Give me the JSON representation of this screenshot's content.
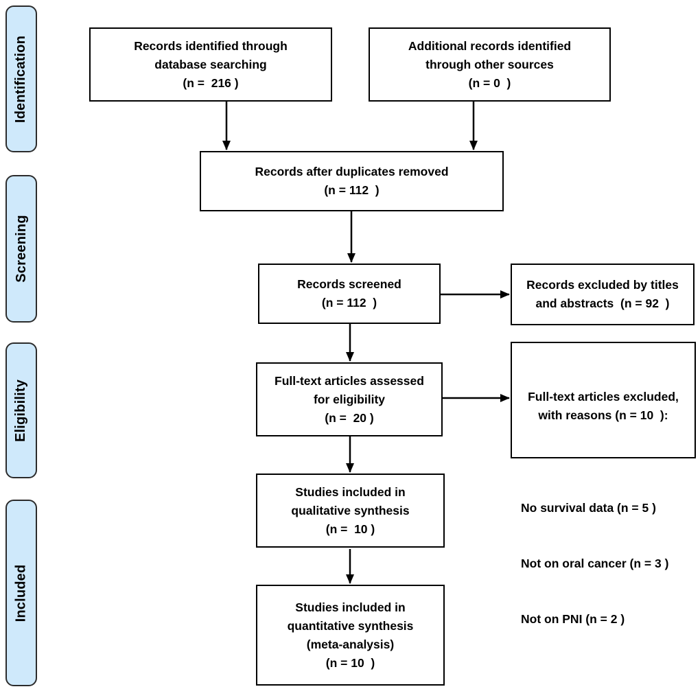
{
  "phases": [
    {
      "label": "Identification"
    },
    {
      "label": "Screening"
    },
    {
      "label": "Eligibility"
    },
    {
      "label": "Included"
    }
  ],
  "boxes": {
    "identified": {
      "text": "Records identified through\ndatabase searching\n(n =  216 )"
    },
    "additional": {
      "text": "Additional records identified\nthrough other sources\n(n = 0  )"
    },
    "duplicates_removed": {
      "text": "Records after duplicates removed\n(n = 112  )"
    },
    "screened": {
      "text": "Records screened\n(n = 112  )"
    },
    "excluded_titles": {
      "text": "Records excluded by titles\nand abstracts  (n = 92  )"
    },
    "fulltext_assessed": {
      "text": "Full-text articles assessed\nfor eligibility\n(n =  20 )"
    },
    "fulltext_excluded": {
      "title": "Full-text articles excluded,\nwith reasons (n = 10  ):",
      "reasons": [
        "No survival data (n = 5 )",
        "Not on oral cancer (n = 3 )",
        "Not on PNI (n = 2 )"
      ]
    },
    "qualitative": {
      "text": "Studies included in\nqualitative synthesis\n(n =  10 )"
    },
    "quantitative": {
      "text": "Studies included in\nquantitative synthesis\n(meta-analysis)\n(n = 10  )"
    }
  },
  "colors": {
    "phase_fill": "#cfe9fb",
    "box_border": "#000000",
    "arrow": "#000000",
    "text": "#000000"
  }
}
